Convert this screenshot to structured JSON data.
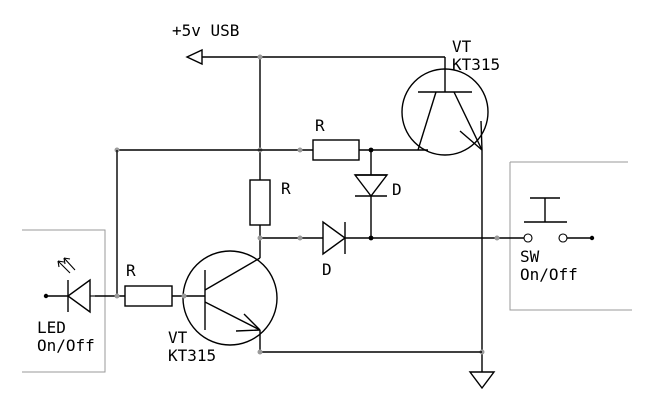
{
  "labels": {
    "supply": "+5v USB",
    "vt_top_ref": "VT",
    "vt_top_part": "KT315",
    "vt_bottom_ref": "VT",
    "vt_bottom_part": "KT315",
    "r_top": "R",
    "r_mid": "R",
    "r_led": "R",
    "d_upper": "D",
    "d_lower": "D",
    "sw_ref": "SW",
    "sw_func": "On/Off",
    "led_ref": "LED",
    "led_func": "On/Off"
  },
  "colors": {
    "line": "#000000",
    "frame": "#9a9a9a",
    "background": "#ffffff"
  }
}
